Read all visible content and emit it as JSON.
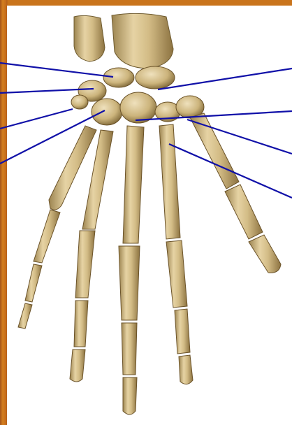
{
  "slide": {
    "background_color": "#c9741c",
    "frame_color": "#ffffff"
  },
  "illustration": {
    "subject": "hand-skeleton-dorsal-view",
    "bone_color": "#d8c08a",
    "bone_shadow_color": "#8f7643",
    "bone_highlight_color": "#efe2c0"
  },
  "label_lines": {
    "color": "#1010a8",
    "left_count": 4,
    "right_count": 4
  }
}
